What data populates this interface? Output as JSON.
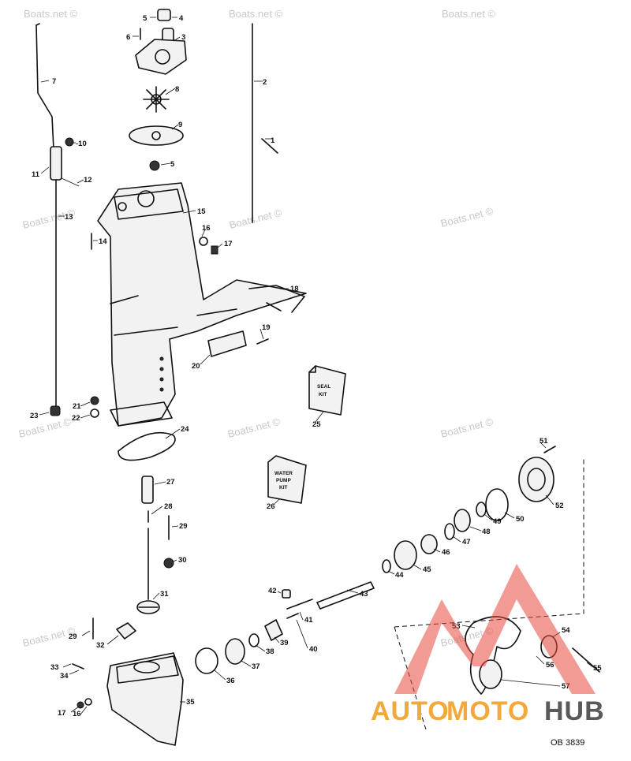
{
  "watermark": "Boats.net ©",
  "diagram_ref": "OB 3839",
  "seal_kit_label": [
    "SEAL",
    "KIT"
  ],
  "water_pump_kit_label": [
    "WATER",
    "PUMP",
    "KIT"
  ],
  "logo": {
    "auto": "AUTO",
    "moto": "MOTO",
    "hub": "HUB",
    "colors": {
      "auto": "#f2a93b",
      "moto": "#f2a93b",
      "hub": "#5a5a5a",
      "triangle": "#e8473c"
    }
  },
  "callouts": [
    "1",
    "2",
    "3",
    "4",
    "5",
    "6",
    "7",
    "8",
    "9",
    "10",
    "11",
    "12",
    "13",
    "14",
    "15",
    "16",
    "17",
    "18",
    "19",
    "20",
    "21",
    "22",
    "23",
    "24",
    "25",
    "26",
    "27",
    "28",
    "29",
    "30",
    "31",
    "32",
    "33",
    "34",
    "35",
    "36",
    "37",
    "38",
    "39",
    "40",
    "41",
    "42",
    "43",
    "44",
    "45",
    "46",
    "47",
    "48",
    "49",
    "50",
    "51",
    "52",
    "53",
    "54",
    "55",
    "56",
    "57"
  ]
}
